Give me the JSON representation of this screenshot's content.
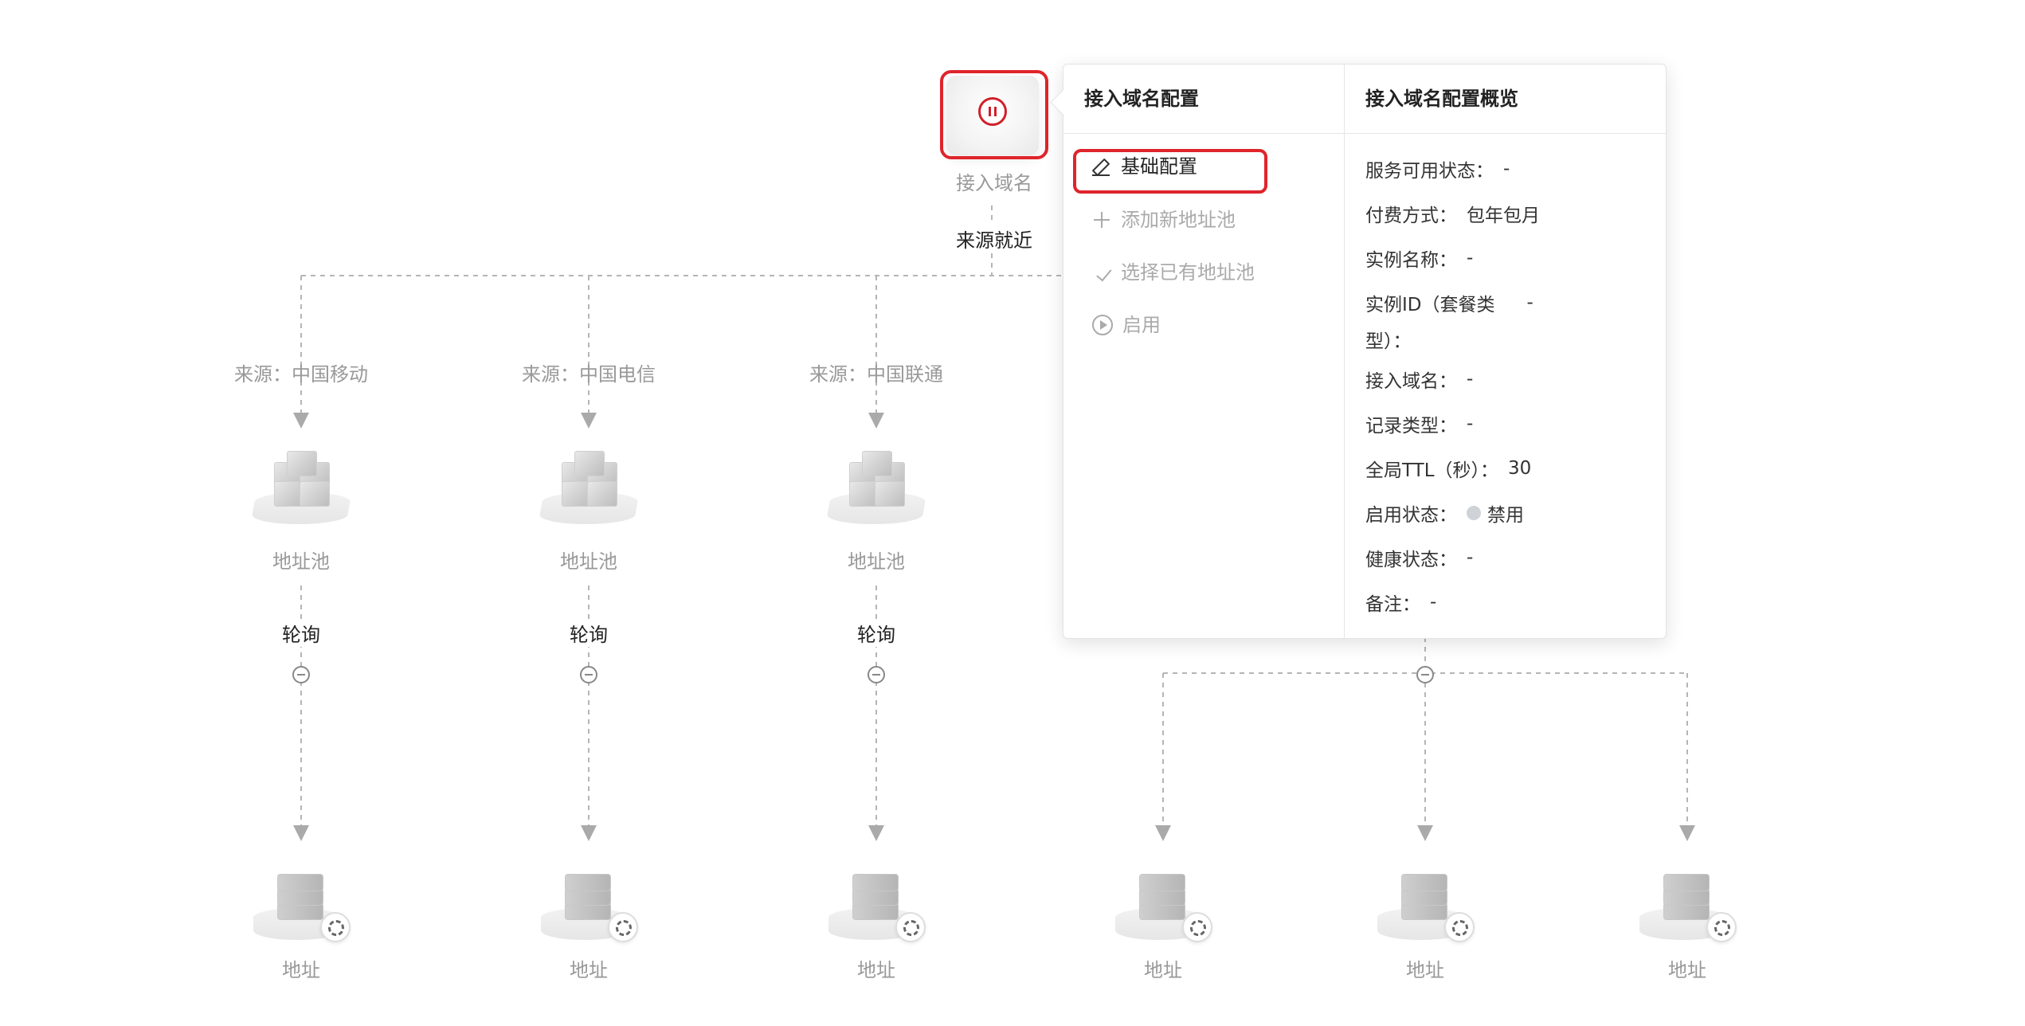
{
  "root": {
    "label": "接入域名",
    "strategy": "来源就近"
  },
  "pools": [
    {
      "source": "来源：中国移动",
      "label": "地址池",
      "policy": "轮询"
    },
    {
      "source": "来源：中国电信",
      "label": "地址池",
      "policy": "轮询"
    },
    {
      "source": "来源：中国联通",
      "label": "地址池",
      "policy": "轮询"
    }
  ],
  "addresses": [
    "地址",
    "地址",
    "地址",
    "地址",
    "地址",
    "地址"
  ],
  "popover": {
    "left_title": "接入域名配置",
    "right_title": "接入域名配置概览",
    "menu": [
      {
        "label": "基础配置",
        "icon": "edit-icon",
        "enabled": true
      },
      {
        "label": "添加新地址池",
        "icon": "plus-icon",
        "enabled": false
      },
      {
        "label": "选择已有地址池",
        "icon": "check-icon",
        "enabled": false
      },
      {
        "label": "启用",
        "icon": "play-circle-icon",
        "enabled": false
      }
    ],
    "overview": [
      {
        "key": "服务可用状态：",
        "value": "-"
      },
      {
        "key": "付费方式：",
        "value": "包年包月"
      },
      {
        "key": "实例名称：",
        "value": "-"
      },
      {
        "key": "实例ID（套餐类",
        "key2": "型）：",
        "value": "-"
      },
      {
        "key": "接入域名：",
        "value": "-"
      },
      {
        "key": "记录类型：",
        "value": "-"
      },
      {
        "key": "全局TTL（秒）：",
        "value": "30"
      },
      {
        "key": "启用状态：",
        "value": "禁用",
        "status_color": "#cfd3d8"
      },
      {
        "key": "健康状态：",
        "value": "-"
      },
      {
        "key": "备注：",
        "value": "-"
      }
    ]
  },
  "colors": {
    "highlight": "#e0242b",
    "pause_icon": "#d0202a",
    "line": "#b5b5b5"
  }
}
